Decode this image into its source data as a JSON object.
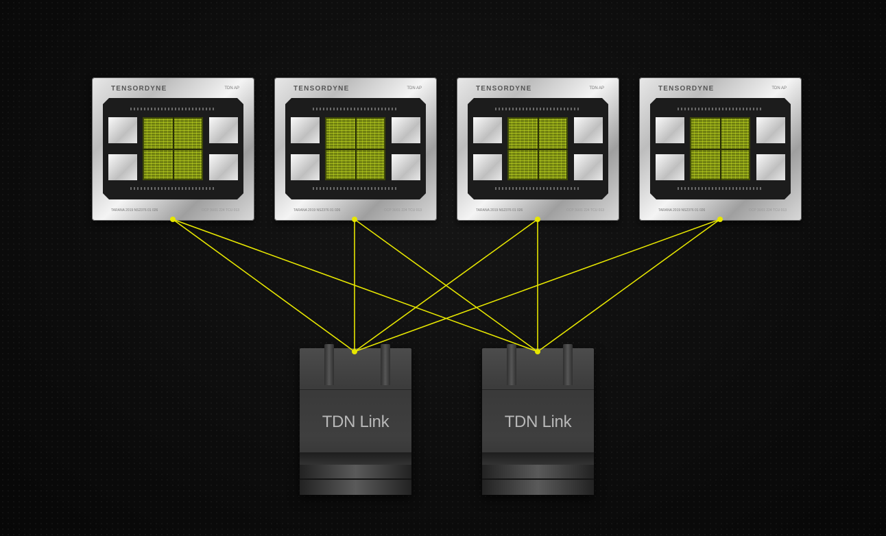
{
  "chips": [
    {
      "brand": "TENSORDYNE",
      "model": "TDN AP",
      "foot_left": "TARANA 2019 NS2376 01 026",
      "foot_right": "OCP 3U01 224 TCU 013"
    },
    {
      "brand": "TENSORDYNE",
      "model": "TDN AP",
      "foot_left": "TARANA 2019 NS2376 01 026",
      "foot_right": "OCP 3U01 224 TCU 013"
    },
    {
      "brand": "TENSORDYNE",
      "model": "TDN AP",
      "foot_left": "TARANA 2019 NS2376 01 026",
      "foot_right": "OCP 3U01 224 TCU 013"
    },
    {
      "brand": "TENSORDYNE",
      "model": "TDN AP",
      "foot_left": "TARANA 2019 NS2376 01 026",
      "foot_right": "OCP 3U01 224 TCU 013"
    }
  ],
  "switches": [
    {
      "label": "TDN Link"
    },
    {
      "label": "TDN Link"
    }
  ],
  "colors": {
    "link_line": "#e6e600",
    "core_green": "#8a9a14",
    "background": "#0b0b0b"
  },
  "connections": [
    [
      0,
      0
    ],
    [
      0,
      1
    ],
    [
      1,
      0
    ],
    [
      1,
      1
    ],
    [
      2,
      0
    ],
    [
      2,
      1
    ],
    [
      3,
      0
    ],
    [
      3,
      1
    ]
  ]
}
